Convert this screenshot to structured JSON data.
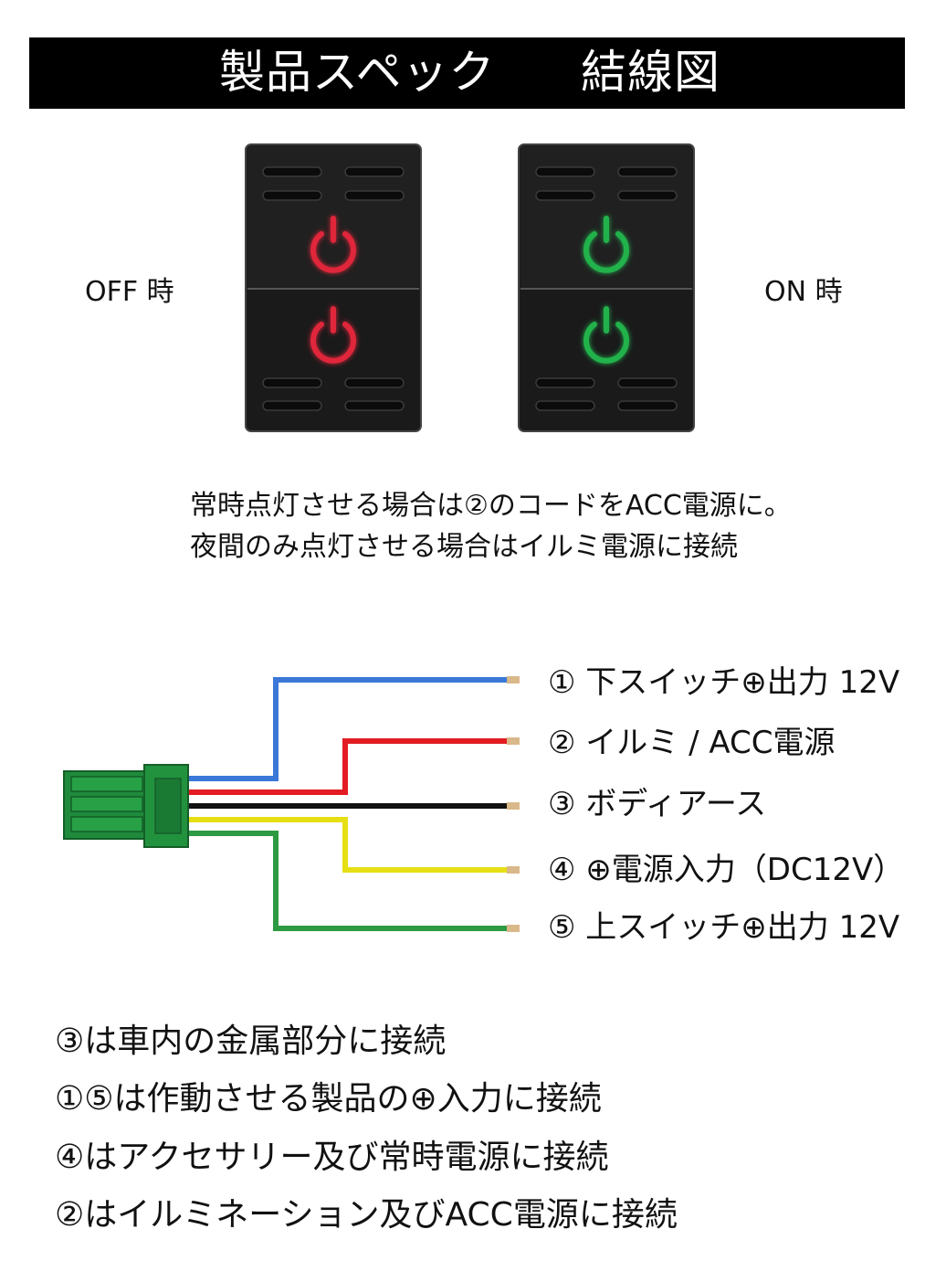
{
  "header": {
    "title_left": "製品スペック",
    "title_right": "結線図"
  },
  "colors": {
    "off_icon": "#e0263a",
    "on_icon": "#22b24c",
    "wire_blue": "#3a78d8",
    "wire_red": "#e31c23",
    "wire_black": "#111111",
    "wire_yellow": "#e6df14",
    "wire_green": "#2e9a42",
    "connector": "#1f8a3c"
  },
  "switch_states": {
    "off_label": "OFF 時",
    "on_label": "ON 時",
    "icon": "power-icon"
  },
  "notes": {
    "line1": "常時点灯させる場合は②のコードをACC電源に。",
    "line2": "夜間のみ点灯させる場合はイルミ電源に接続"
  },
  "wires": [
    {
      "label": "① 下スイッチ⊕出力 12V",
      "color": "blue"
    },
    {
      "label": "② イルミ / ACC電源",
      "color": "red"
    },
    {
      "label": "③ ボディアース",
      "color": "black"
    },
    {
      "label": "④ ⊕電源入力（DC12V）",
      "color": "yellow"
    },
    {
      "label": "⑤ 上スイッチ⊕出力 12V",
      "color": "green"
    }
  ],
  "instructions": {
    "line1": "③は車内の金属部分に接続",
    "line2": "①⑤は作動させる製品の⊕入力に接続",
    "line3": "④はアクセサリー及び常時電源に接続",
    "line4": "②はイルミネーション及びACC電源に接続"
  }
}
